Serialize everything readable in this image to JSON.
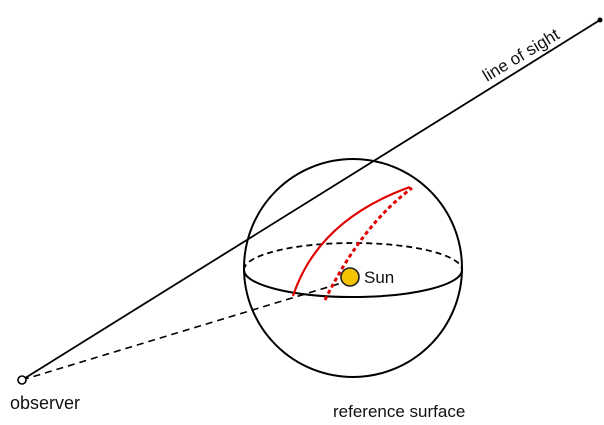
{
  "labels": {
    "line_of_sight": "line of sight",
    "sun": "Sun",
    "observer": "observer",
    "reference_surface": "reference surface"
  },
  "colors": {
    "line": "#000000",
    "red_arc": "#e00000",
    "sun_fill": "#f5c400",
    "sun_stroke": "#222222"
  }
}
